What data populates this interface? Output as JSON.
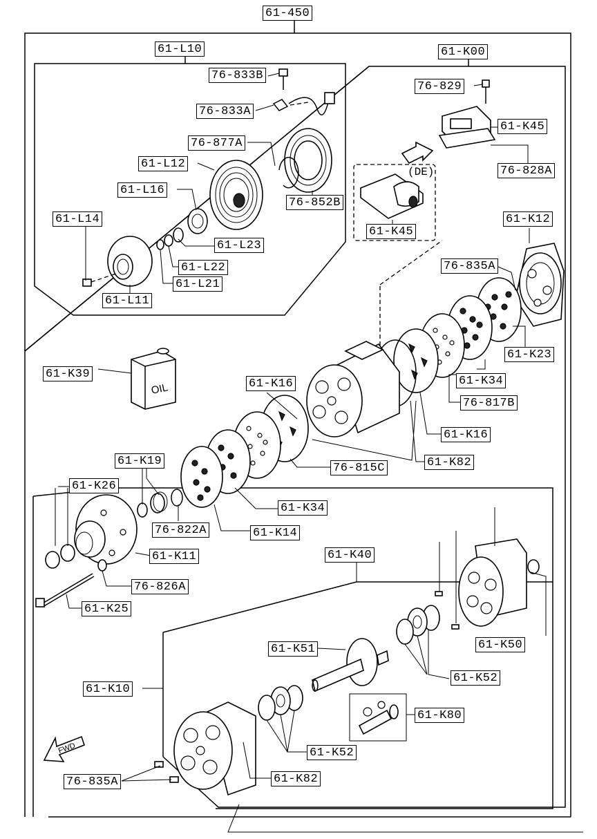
{
  "diagram": {
    "labels": {
      "assembly": "61-450",
      "clutch_group": "61-L10",
      "compressor_group": "61-K00",
      "l10_bolt": "76-833B",
      "l10_harness": "76-833A",
      "l10_snap_ring": "76-877A",
      "l10_pulley": "61-L12",
      "l10_shim": "61-L16",
      "l10_coil": "76-852B",
      "l10_bolt_small": "61-L14",
      "l10_washer_a": "61-L23",
      "l10_washer_b": "61-L22",
      "l10_washer_c": "61-L21",
      "l10_hub": "61-L11",
      "k00_screw": "76-829",
      "k00_valve_top": "61-K45",
      "k00_gasket": "76-828A",
      "k00_valve_de": "61-K45",
      "de_tag": "(DE)",
      "rear_head": "61-K12",
      "rear_pin": "76-835A",
      "rear_gasket": "61-K23",
      "oil": "61-K39",
      "plate_34_right": "61-K34",
      "ring_817b": "76-817B",
      "plate_16_upper": "61-K16",
      "plate_16_right": "61-K16",
      "oring_82_mid": "61-K82",
      "gasket_815c": "76-815C",
      "seal_kit": "61-K19",
      "plate_34_mid": "61-K34",
      "front_seal": "61-K26",
      "oring_822a": "76-822A",
      "plate_14": "61-K14",
      "front_head": "61-K11",
      "washer_826a": "76-826A",
      "through_bolt": "61-K25",
      "shaft_group": "61-K40",
      "shaft": "61-K51",
      "housing": "61-K50",
      "bearing_upper": "61-K52",
      "cylinder": "61-K10",
      "valve_80": "61-K80",
      "bearing_lower": "61-K52",
      "front_pin": "76-835A",
      "oring_82_low": "61-K82"
    },
    "text": {
      "oil_can": "OIL",
      "fwd_arrow": "FWD"
    }
  }
}
